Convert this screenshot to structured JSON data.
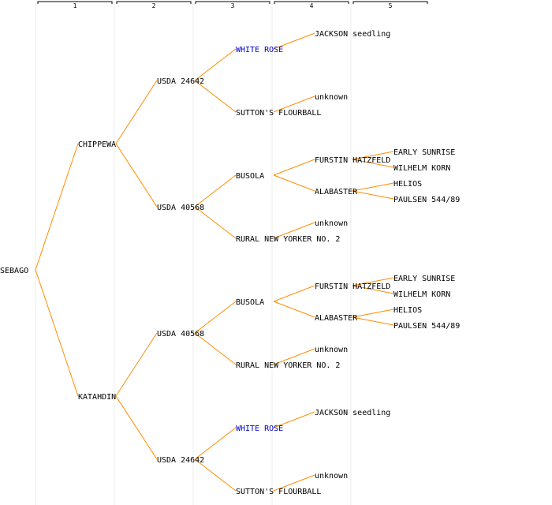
{
  "generations": [
    "1",
    "2",
    "3",
    "4",
    "5"
  ],
  "colors": {
    "edge": "#ff8c00",
    "highlight": "#0000cc",
    "text": "#000000"
  },
  "nodes": [
    {
      "id": "sebago",
      "label": "SEBAGO",
      "gen": 0,
      "slot": 16
    },
    {
      "id": "chippewa",
      "label": "CHIPPEWA",
      "gen": 1,
      "slot": 8,
      "parent": "sebago"
    },
    {
      "id": "katahdin",
      "label": "KATAHDIN",
      "gen": 1,
      "slot": 24,
      "parent": "sebago"
    },
    {
      "id": "usda24642a",
      "label": "USDA 24642",
      "gen": 2,
      "slot": 4,
      "parent": "chippewa"
    },
    {
      "id": "usda40568a",
      "label": "USDA 40568",
      "gen": 2,
      "slot": 12,
      "parent": "chippewa"
    },
    {
      "id": "usda40568b",
      "label": "USDA 40568",
      "gen": 2,
      "slot": 20,
      "parent": "katahdin"
    },
    {
      "id": "usda24642b",
      "label": "USDA 24642",
      "gen": 2,
      "slot": 28,
      "parent": "katahdin"
    },
    {
      "id": "whiterose_a",
      "label": "WHITE ROSE",
      "gen": 3,
      "slot": 2,
      "parent": "usda24642a",
      "highlight": true
    },
    {
      "id": "suttons_a",
      "label": "SUTTON'S FLOURBALL",
      "gen": 3,
      "slot": 6,
      "parent": "usda24642a"
    },
    {
      "id": "busola_a",
      "label": "BUSOLA",
      "gen": 3,
      "slot": 10,
      "parent": "usda40568a"
    },
    {
      "id": "rny_a",
      "label": "RURAL NEW YORKER NO. 2",
      "gen": 3,
      "slot": 14,
      "parent": "usda40568a"
    },
    {
      "id": "busola_b",
      "label": "BUSOLA",
      "gen": 3,
      "slot": 18,
      "parent": "usda40568b"
    },
    {
      "id": "rny_b",
      "label": "RURAL NEW YORKER NO. 2",
      "gen": 3,
      "slot": 22,
      "parent": "usda40568b"
    },
    {
      "id": "whiterose_b",
      "label": "WHITE ROSE",
      "gen": 3,
      "slot": 26,
      "parent": "usda24642b",
      "highlight": true
    },
    {
      "id": "suttons_b",
      "label": "SUTTON'S FLOURBALL",
      "gen": 3,
      "slot": 30,
      "parent": "usda24642b"
    },
    {
      "id": "jackson_a",
      "label": "JACKSON seedling",
      "gen": 4,
      "slot": 1,
      "parent": "whiterose_a"
    },
    {
      "id": "unknown_a",
      "label": "unknown",
      "gen": 4,
      "slot": 5,
      "parent": "suttons_a"
    },
    {
      "id": "furstin_a",
      "label": "FURSTIN HATZFELD",
      "gen": 4,
      "slot": 9,
      "parent": "busola_a"
    },
    {
      "id": "alabaster_a",
      "label": "ALABASTER",
      "gen": 4,
      "slot": 11,
      "parent": "busola_a"
    },
    {
      "id": "unknown_b",
      "label": "unknown",
      "gen": 4,
      "slot": 13,
      "parent": "rny_a"
    },
    {
      "id": "furstin_b",
      "label": "FURSTIN HATZFELD",
      "gen": 4,
      "slot": 17,
      "parent": "busola_b"
    },
    {
      "id": "alabaster_b",
      "label": "ALABASTER",
      "gen": 4,
      "slot": 19,
      "parent": "busola_b"
    },
    {
      "id": "unknown_c",
      "label": "unknown",
      "gen": 4,
      "slot": 21,
      "parent": "rny_b"
    },
    {
      "id": "jackson_b",
      "label": "JACKSON seedling",
      "gen": 4,
      "slot": 25,
      "parent": "whiterose_b"
    },
    {
      "id": "unknown_d",
      "label": "unknown",
      "gen": 4,
      "slot": 29,
      "parent": "suttons_b"
    },
    {
      "id": "early_a",
      "label": "EARLY SUNRISE",
      "gen": 5,
      "slot": 8.5,
      "parent": "furstin_a"
    },
    {
      "id": "wilhelm_a",
      "label": "WILHELM KORN",
      "gen": 5,
      "slot": 9.5,
      "parent": "furstin_a"
    },
    {
      "id": "helios_a",
      "label": "HELIOS",
      "gen": 5,
      "slot": 10.5,
      "parent": "alabaster_a"
    },
    {
      "id": "paulsen_a",
      "label": "PAULSEN 544/89",
      "gen": 5,
      "slot": 11.5,
      "parent": "alabaster_a"
    },
    {
      "id": "early_b",
      "label": "EARLY SUNRISE",
      "gen": 5,
      "slot": 16.5,
      "parent": "furstin_b"
    },
    {
      "id": "wilhelm_b",
      "label": "WILHELM KORN",
      "gen": 5,
      "slot": 17.5,
      "parent": "furstin_b"
    },
    {
      "id": "helios_b",
      "label": "HELIOS",
      "gen": 5,
      "slot": 18.5,
      "parent": "alabaster_b"
    },
    {
      "id": "paulsen_b",
      "label": "PAULSEN 544/89",
      "gen": 5,
      "slot": 19.5,
      "parent": "alabaster_b"
    }
  ]
}
